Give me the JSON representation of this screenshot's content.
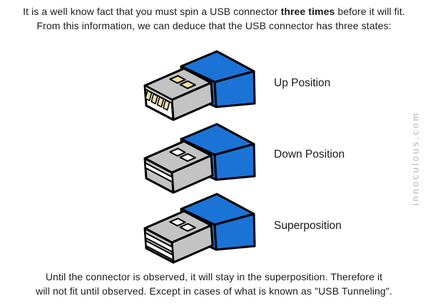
{
  "header": {
    "line1_pre": "It is a well know fact that you must spin a USB connector ",
    "line1_bold": "three times",
    "line1_post": " before it will fit.",
    "line2": "From this information, we can deduce that the USB connector has three states:"
  },
  "connectors": [
    {
      "state": "up",
      "label": "Up Position"
    },
    {
      "state": "down",
      "label": "Down Position"
    },
    {
      "state": "superposition",
      "label": "Superposition"
    }
  ],
  "footer": {
    "line1": "Until the connector is observed, it will stay in the superposition. Therefore it",
    "line2": "will not fit until observed. Except in cases of what is known as \"USB Tunneling\"."
  },
  "watermark": "innoculous.com",
  "colors": {
    "body_blue": "#1b73d6",
    "shell_gray": "#c3c3c3",
    "contact_yellow": "#ede0a3",
    "outline": "#000000",
    "text": "#1b1b1b",
    "watermark_gray": "#b5b5b5"
  }
}
